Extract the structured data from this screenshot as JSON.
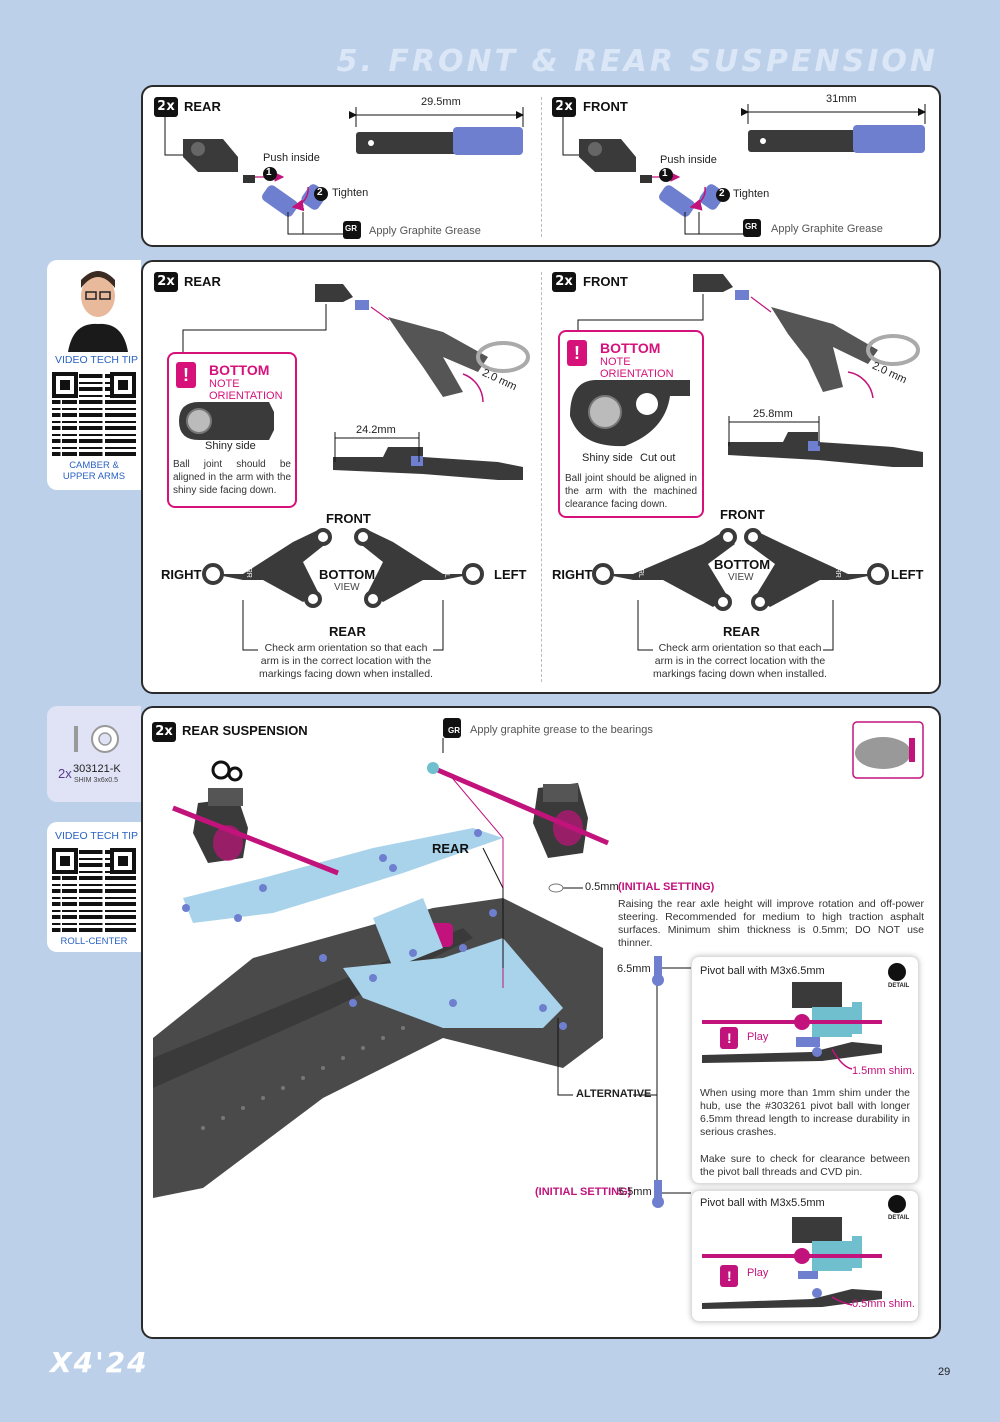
{
  "page": {
    "title": "5. FRONT & REAR SUSPENSION",
    "model": "X4'24",
    "page_number": "29"
  },
  "top": {
    "rear": {
      "count": "2x",
      "label": "REAR",
      "length": "29.5mm",
      "push": "Push inside",
      "tighten": "Tighten",
      "grease": "Apply Graphite Grease"
    },
    "front": {
      "count": "2x",
      "label": "FRONT",
      "length": "31mm",
      "push": "Push inside",
      "tighten": "Tighten",
      "grease": "Apply Graphite Grease"
    },
    "step1": "1",
    "step2": "2",
    "gr": "GR"
  },
  "video1": {
    "label": "VIDEO TECH TIP",
    "caption": "CAMBER & UPPER ARMS"
  },
  "middle": {
    "rear": {
      "count": "2x",
      "label": "REAR",
      "angle": "2.0 mm",
      "length": "24.2mm",
      "notice_title": "BOTTOM",
      "notice_sub": "NOTE ORIENTATION",
      "shiny": "Shiny side",
      "text": "Ball joint should be aligned in the arm with the shiny side facing down.",
      "front": "FRONT",
      "right": "RIGHT",
      "left": "LEFT",
      "bottom": "BOTTOM",
      "view": "VIEW",
      "rear_lbl": "REAR",
      "mark_l": "FL-RR",
      "mark_r": "FR-RL",
      "check": "Check arm orientation so that each arm is in the correct location with the markings facing down when installed."
    },
    "front": {
      "count": "2x",
      "label": "FRONT",
      "angle": "2.0 mm",
      "length": "25.8mm",
      "notice_title": "BOTTOM",
      "notice_sub": "NOTE ORIENTATION",
      "shiny": "Shiny side",
      "cutout": "Cut out",
      "text": "Ball joint should be aligned in the arm with the machined clearance facing down.",
      "front": "FRONT",
      "right": "RIGHT",
      "left": "LEFT",
      "bottom": "BOTTOM",
      "view": "VIEW",
      "rear_lbl": "REAR",
      "mark_l": "FR-RL",
      "mark_r": "FL-RR",
      "check": "Check arm orientation so that each arm is in the correct location with the markings facing down when installed."
    }
  },
  "parts": {
    "count": "2x",
    "code": "303121-K",
    "desc": "SHIM 3x6x0.5"
  },
  "video2": {
    "label": "VIDEO TECH TIP",
    "caption": "ROLL-CENTER"
  },
  "bottom": {
    "count": "2x",
    "label": "REAR SUSPENSION",
    "grease": "Apply graphite grease to the bearings",
    "rear": "REAR",
    "shim": "0.5mm",
    "initial": "(INITIAL SETTING)",
    "shim_text": "Raising the rear axle height will improve rotation and off-power steering. Recommended for medium to high traction asphalt surfaces. Minimum shim thickness is 0.5mm; DO NOT use thinner.",
    "alt_len": "6.5mm",
    "alternative": "ALTERNATIVE",
    "init_len": "5.5mm",
    "detail1": {
      "title": "Pivot ball with M3x6.5mm",
      "play": "Play",
      "shim": "1.5mm shim.",
      "detail": "DETAIL",
      "text1": "When using more than 1mm shim under the hub, use the #303261 pivot ball with longer 6.5mm thread length to increase durability in serious crashes.",
      "text2": "Make sure to check for clearance between the pivot ball threads and CVD pin."
    },
    "detail2": {
      "title": "Pivot ball with M3x5.5mm",
      "play": "Play",
      "shim": "0.5mm shim.",
      "detail": "DETAIL"
    }
  },
  "colors": {
    "background": "#bcd0ea",
    "accent": "#c2137c",
    "part_blue": "#6f7fcf",
    "part_dark": "#3a3a3a",
    "light_blue": "#a9d3ea"
  }
}
